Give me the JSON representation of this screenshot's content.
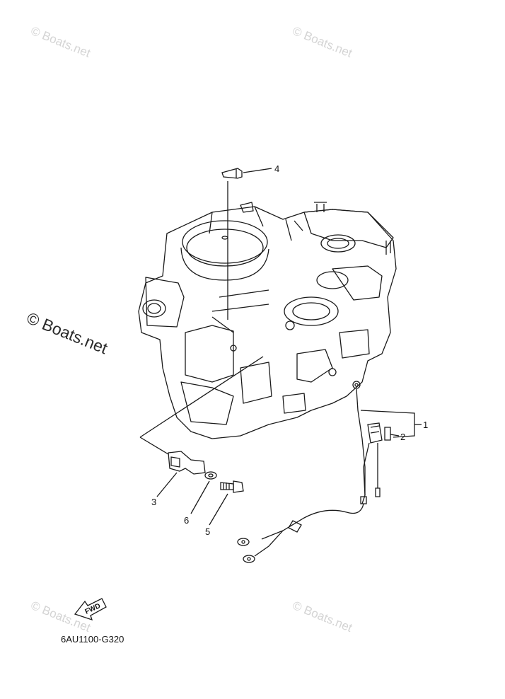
{
  "watermarks": [
    "© Boats.net",
    "© Boats.net",
    "© Boats.net",
    "© Boats.net",
    "© Boats.net"
  ],
  "diagram_code": "6AU1100-G320",
  "fwd_label": "FWD",
  "callouts": [
    "1",
    "2",
    "3",
    "4",
    "5",
    "6"
  ]
}
